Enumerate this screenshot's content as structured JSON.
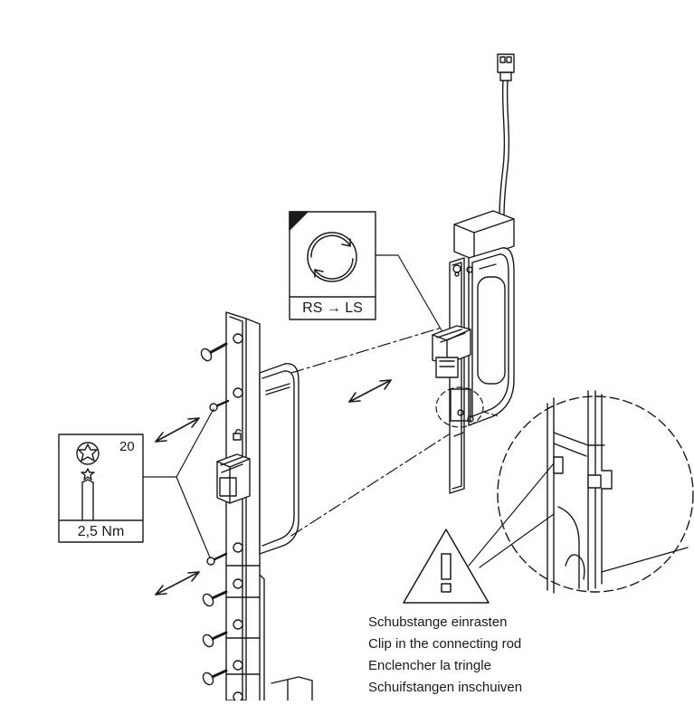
{
  "callouts": {
    "direction_change": "RS → LS",
    "torx_size": "20",
    "torque": "2,5 Nm"
  },
  "icons": {
    "rotation": "rotation-arrows-icon",
    "torx": "torx-bit-icon",
    "warning": "warning-triangle-icon"
  },
  "instructions": [
    "Schubstange einrasten",
    "Clip in the connecting rod",
    "Enclencher la tringle",
    "Schuifstangen inschuiven"
  ]
}
